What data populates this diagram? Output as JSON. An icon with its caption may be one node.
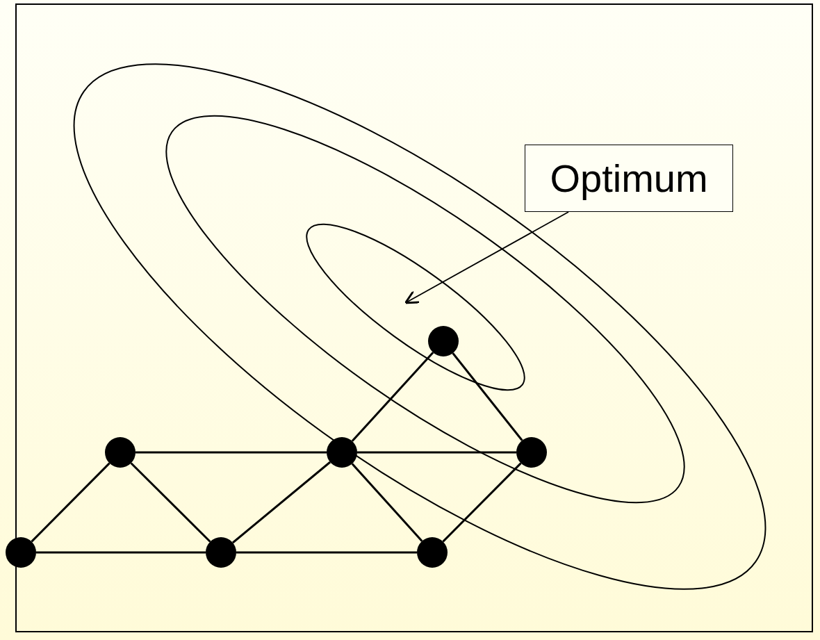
{
  "diagram": {
    "nodes": [
      {
        "text": [
          "Optimum"
        ]
      },
      {
        "text": [],
        "shape": "circle"
      },
      {
        "text": [],
        "shape": "circle"
      },
      {
        "text": [],
        "shape": "circle"
      },
      {
        "text": [],
        "shape": "circle"
      },
      {
        "text": [],
        "shape": "circle"
      },
      {
        "text": [],
        "shape": "circle"
      },
      {
        "text": [],
        "shape": "circle"
      }
    ],
    "edges": [
      {
        "from": 0,
        "to": null,
        "arrow": "to"
      },
      {
        "from": 1,
        "to": 2,
        "arrow": "none"
      },
      {
        "from": 2,
        "to": 3,
        "arrow": "none"
      },
      {
        "from": 1,
        "to": 3,
        "arrow": "none"
      },
      {
        "from": 2,
        "to": 4,
        "arrow": "none"
      },
      {
        "from": 3,
        "to": 4,
        "arrow": "none"
      },
      {
        "from": 3,
        "to": 5,
        "arrow": "none"
      },
      {
        "from": 4,
        "to": 5,
        "arrow": "none"
      },
      {
        "from": 4,
        "to": 7,
        "arrow": "none"
      },
      {
        "from": 5,
        "to": 7,
        "arrow": "none"
      },
      {
        "from": 4,
        "to": 6,
        "arrow": "none"
      },
      {
        "from": 6,
        "to": 7,
        "arrow": "none"
      }
    ]
  }
}
